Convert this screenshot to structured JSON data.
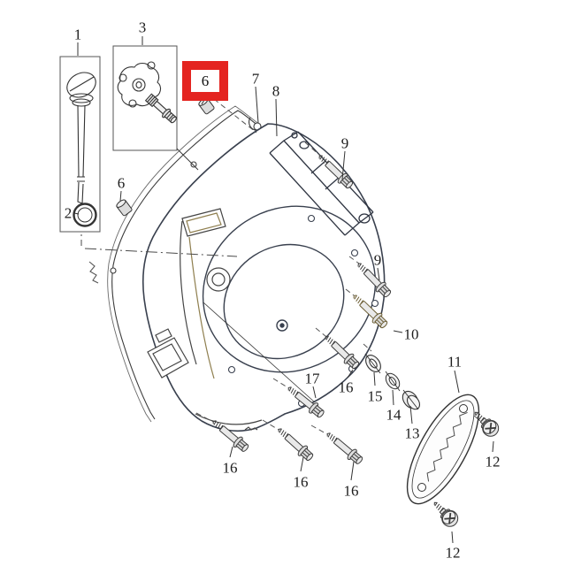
{
  "figure": {
    "background": "#ffffff",
    "line_color": "#2b2b2b",
    "highlight_color": "#e42420"
  },
  "callouts": {
    "c1": {
      "text": "1"
    },
    "c2": {
      "text": "2"
    },
    "c3": {
      "text": "3"
    },
    "c6_highlight": {
      "text": "6"
    },
    "c6_left": {
      "text": "6"
    },
    "c7": {
      "text": "7"
    },
    "c8": {
      "text": "8"
    },
    "c9_top": {
      "text": "9"
    },
    "c9_mid": {
      "text": "9"
    },
    "c10": {
      "text": "10"
    },
    "c11": {
      "text": "11"
    },
    "c12_upper": {
      "text": "12"
    },
    "c12_lower": {
      "text": "12"
    },
    "c13": {
      "text": "13"
    },
    "c14": {
      "text": "14"
    },
    "c15": {
      "text": "15"
    },
    "c16_upper": {
      "text": "16"
    },
    "c16_left": {
      "text": "16"
    },
    "c16_mid": {
      "text": "16"
    },
    "c16_right": {
      "text": "16"
    },
    "c17": {
      "text": "17"
    }
  }
}
